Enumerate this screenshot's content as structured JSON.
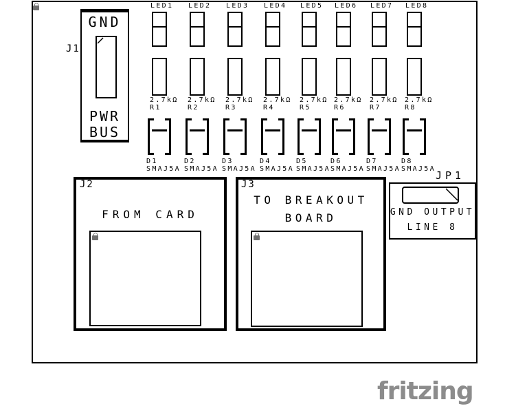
{
  "watermark": "fritzing",
  "colors": {
    "ink": "#000000",
    "lock_gray": "#6e6e6e",
    "logo_gray": "#8c8c8c"
  },
  "board": {
    "j1": {
      "ref": "J1",
      "top_label": "GND",
      "bottom_label_line1": "PWR",
      "bottom_label_line2": "BUS"
    },
    "channels": [
      {
        "led": "LED1",
        "value": "2.7kΩ",
        "r": "R1",
        "d": "D1",
        "part": "SMAJ5A"
      },
      {
        "led": "LED2",
        "value": "2.7kΩ",
        "r": "R2",
        "d": "D2",
        "part": "SMAJ5A"
      },
      {
        "led": "LED3",
        "value": "2.7kΩ",
        "r": "R3",
        "d": "D3",
        "part": "SMAJ5A"
      },
      {
        "led": "LED4",
        "value": "2.7kΩ",
        "r": "R4",
        "d": "D4",
        "part": "SMAJ5A"
      },
      {
        "led": "LED5",
        "value": "2.7kΩ",
        "r": "R5",
        "d": "D5",
        "part": "SMAJ5A"
      },
      {
        "led": "LED6",
        "value": "2.7kΩ",
        "r": "R6",
        "d": "D6",
        "part": "SMAJ5A"
      },
      {
        "led": "LED7",
        "value": "2.7kΩ",
        "r": "R7",
        "d": "D7",
        "part": "SMAJ5A"
      },
      {
        "led": "LED8",
        "value": "2.7kΩ",
        "r": "R8",
        "d": "D8",
        "part": "SMAJ5A"
      }
    ],
    "j2": {
      "ref": "J2",
      "title": "FROM CARD"
    },
    "j3": {
      "ref": "J3",
      "title_line1": "TO BREAKOUT",
      "title_line2": "BOARD"
    },
    "jp1": {
      "ref": "JP1",
      "label_line1": "GND OUTPUT",
      "label_line2": "LINE 8"
    }
  }
}
